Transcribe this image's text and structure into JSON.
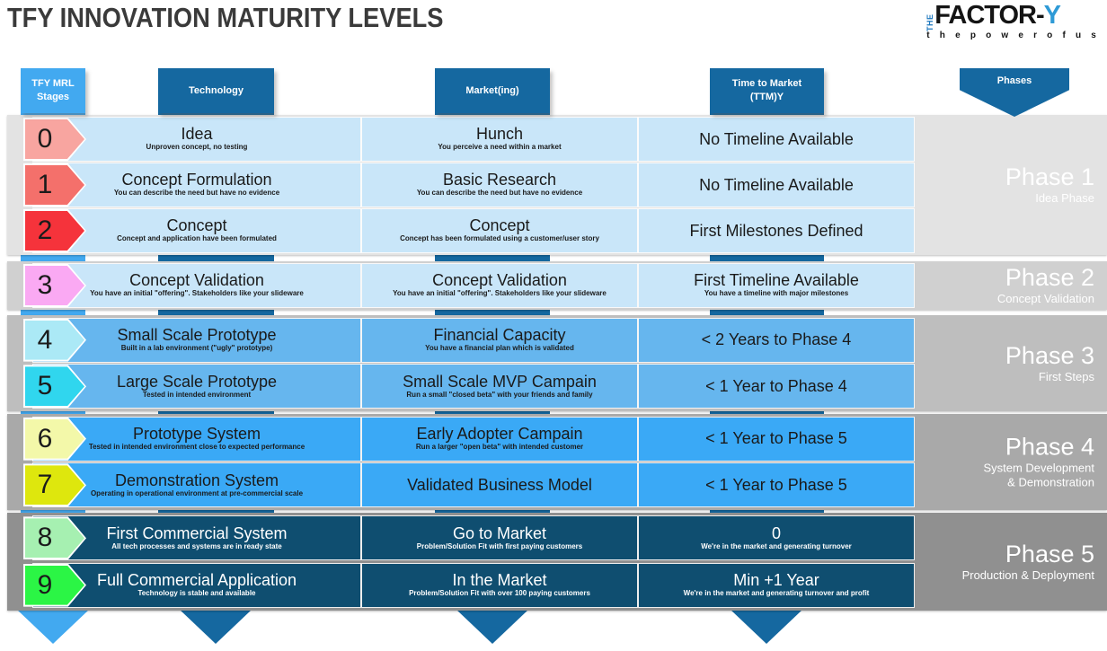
{
  "title": "TFY INNOVATION MATURITY LEVELS",
  "logo": {
    "the": "THE",
    "factor": "FACTOR-",
    "y": "Y",
    "tagline": "t h e   p o w e r   o f   u s"
  },
  "headers": {
    "stages": "TFY MRL\nStages",
    "technology": "Technology",
    "market": "Market(ing)",
    "ttm": "Time to Market\n(TTM)Y",
    "phases": "Phases"
  },
  "colors": {
    "accent_light_blue": "#42A9F0",
    "accent_dark_blue": "#1568A0",
    "logo_blue": "#2E9AD6",
    "title_gray": "#3A3A3A"
  },
  "rows": [
    {
      "stage": "0",
      "color": "#F8A5A0",
      "tech": {
        "title": "Idea",
        "sub": "Unproven concept, no testing"
      },
      "market": {
        "title": "Hunch",
        "sub": "You perceive a need within a market"
      },
      "ttm": {
        "title": "No Timeline Available",
        "sub": ""
      }
    },
    {
      "stage": "1",
      "color": "#F4706B",
      "tech": {
        "title": "Concept Formulation",
        "sub": "You can describe the need but have no evidence"
      },
      "market": {
        "title": "Basic Research",
        "sub": "You can describe the need but have no evidence"
      },
      "ttm": {
        "title": "No Timeline Available",
        "sub": ""
      }
    },
    {
      "stage": "2",
      "color": "#F5333B",
      "tech": {
        "title": "Concept",
        "sub": "Concept and application have been formulated"
      },
      "market": {
        "title": "Concept",
        "sub": "Concept has been formulated using a customer/user story"
      },
      "ttm": {
        "title": "First Milestones Defined",
        "sub": ""
      }
    },
    {
      "stage": "3",
      "color": "#FAA9F3",
      "tech": {
        "title": "Concept Validation",
        "sub": "You have an initial \"offering\". Stakeholders like your slideware"
      },
      "market": {
        "title": "Concept Validation",
        "sub": "You have an initial \"offering\". Stakeholders like your slideware"
      },
      "ttm": {
        "title": "First Timeline Available",
        "sub": "You have a timeline with major milestones"
      }
    },
    {
      "stage": "4",
      "color": "#ABE9F6",
      "tech": {
        "title": "Small Scale Prototype",
        "sub": "Built in a lab environment (\"ugly\" prototype)"
      },
      "market": {
        "title": "Financial Capacity",
        "sub": "You have a financial plan which is validated"
      },
      "ttm": {
        "title": "< 2 Years to Phase 4",
        "sub": ""
      }
    },
    {
      "stage": "5",
      "color": "#30D6EE",
      "tech": {
        "title": "Large Scale Prototype",
        "sub": "Tested in intended environment"
      },
      "market": {
        "title": "Small Scale MVP Campain",
        "sub": "Run a small \"closed beta\" with your friends and family"
      },
      "ttm": {
        "title": "< 1 Year to Phase 4",
        "sub": ""
      }
    },
    {
      "stage": "6",
      "color": "#F3F8A9",
      "tech": {
        "title": "Prototype System",
        "sub": "Tested in intended environment close to expected performance"
      },
      "market": {
        "title": "Early Adopter Campain",
        "sub": "Run a larger \"open beta\" with intended customer"
      },
      "ttm": {
        "title": "< 1 Year to Phase 5",
        "sub": ""
      }
    },
    {
      "stage": "7",
      "color": "#DEE70D",
      "tech": {
        "title": "Demonstration System",
        "sub": "Operating in operational environment at pre-commercial scale"
      },
      "market": {
        "title": "Validated Business Model",
        "sub": ""
      },
      "ttm": {
        "title": "< 1 Year to Phase 5",
        "sub": ""
      }
    },
    {
      "stage": "8",
      "color": "#A6F0B1",
      "tech": {
        "title": "First Commercial System",
        "sub": "All tech processes and systems are in ready state"
      },
      "market": {
        "title": "Go to Market",
        "sub": "Problem/Solution Fit with first paying customers"
      },
      "ttm": {
        "title": "0",
        "sub": "We're in the market and generating turnover"
      }
    },
    {
      "stage": "9",
      "color": "#2BF545",
      "tech": {
        "title": "Full Commercial Application",
        "sub": "Technology is stable and available"
      },
      "market": {
        "title": "In the Market",
        "sub": "Problem/Solution Fit with over 100 paying customers"
      },
      "ttm": {
        "title": "Min +1 Year",
        "sub": "We're in the market and generating turnover and profit"
      }
    }
  ],
  "phases": [
    {
      "label": "Phase 1",
      "subtitle": "Idea Phase",
      "rows": [
        0,
        1,
        2
      ],
      "band_color": "#E3E3E3",
      "cell_color": "#C9E6F9",
      "row_text": "#1A1A1A"
    },
    {
      "label": "Phase 2",
      "subtitle": "Concept Validation",
      "rows": [
        3
      ],
      "band_color": "#D0D0D0",
      "cell_color": "#C9E6F9",
      "row_text": "#1A1A1A"
    },
    {
      "label": "Phase 3",
      "subtitle": "First Steps",
      "rows": [
        4,
        5
      ],
      "band_color": "#BEBEBE",
      "cell_color": "#66B6EE",
      "row_text": "#1A1A1A"
    },
    {
      "label": "Phase 4",
      "subtitle": "System Development\n& Demonstration",
      "rows": [
        6,
        7
      ],
      "band_color": "#A9A9A9",
      "cell_color": "#3AA9F6",
      "row_text": "#1A1A1A"
    },
    {
      "label": "Phase 5",
      "subtitle": "Production & Deployment",
      "rows": [
        8,
        9
      ],
      "band_color": "#909090",
      "cell_color": "#0F4E70",
      "row_text": "#FFFFFF"
    }
  ]
}
